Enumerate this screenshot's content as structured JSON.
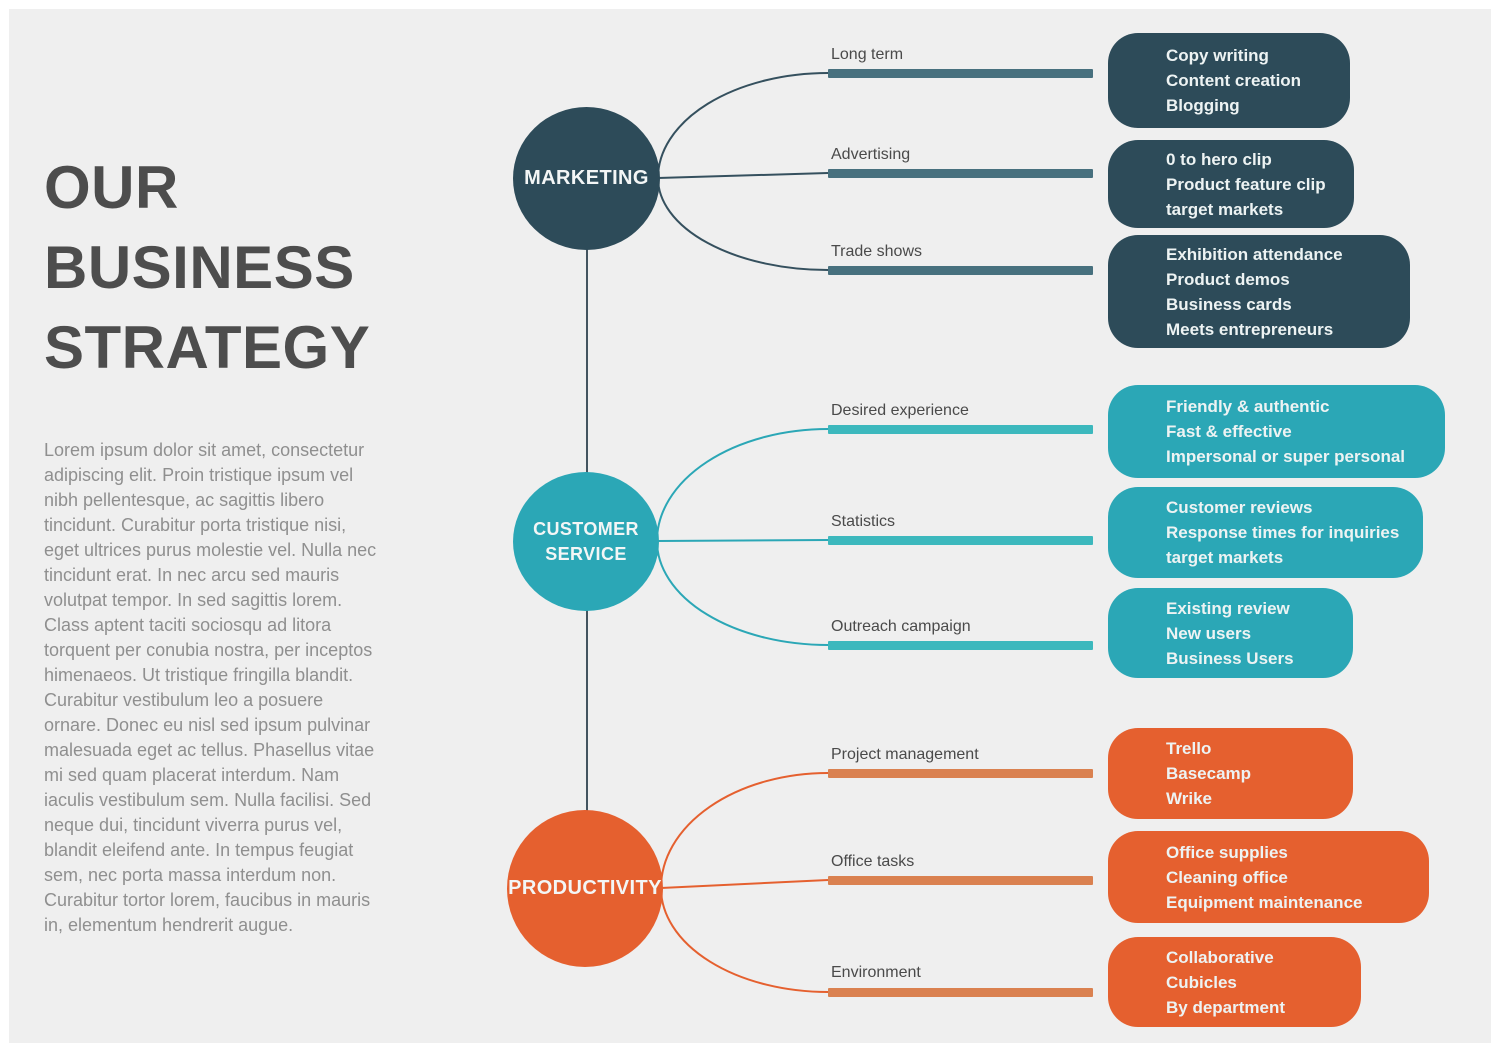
{
  "title": {
    "lines": [
      "OUR",
      "BUSINESS",
      "STRATEGY"
    ]
  },
  "intro": {
    "text": "Lorem ipsum dolor sit amet, consectetur adipiscing elit. Proin tristique ipsum vel nibh pellentesque, ac sagittis libero tincidunt. Curabitur porta tristique nisi, eget ultrices purus molestie vel. Nulla nec tincidunt erat. In nec arcu sed mauris volutpat tempor. In sed sagittis lorem. Class aptent taciti sociosqu ad litora torquent per conubia nostra, per inceptos himenaeos. Ut tristique fringilla blandit. Curabitur vestibulum leo a posuere ornare. Donec eu nisl sed ipsum pulvinar malesuada eget ac tellus. Phasellus vitae mi sed quam placerat interdum. Nam iaculis vestibulum sem. Nulla facilisi. Sed neque dui, tincidunt viverra purus vel, blandit eleifend ante. In tempus feugiat sem, nec porta massa interdum non. Curabitur tortor lorem, faucibus in mauris in, elementum hendrerit augue."
  },
  "colors": {
    "background": "#efefef",
    "frame": "#ffffff",
    "dark_slate": "#2d4b59",
    "teal": "#2ba7b6",
    "orange": "#e5602f",
    "dark_bar": "#47707e",
    "teal_bar": "#3cb8bd",
    "orange_bar": "#da8150",
    "title_text": "#4d4d4d",
    "body_text": "#8f8f8f",
    "branch_label_text": "#4a4a4a"
  },
  "sections": {
    "marketing": {
      "label": "MARKETING",
      "branches": [
        {
          "label": "Long term",
          "items": [
            "Copy writing",
            "Content creation",
            "Blogging"
          ]
        },
        {
          "label": "Advertising",
          "items": [
            "0 to hero clip",
            "Product feature clip",
            "target markets"
          ]
        },
        {
          "label": "Trade shows",
          "items": [
            "Exhibition attendance",
            "Product demos",
            "Business cards",
            "Meets entrepreneurs"
          ]
        }
      ]
    },
    "customer_service": {
      "label_lines": [
        "CUSTOMER",
        "SERVICE"
      ],
      "branches": [
        {
          "label": "Desired experience",
          "items": [
            "Friendly & authentic",
            "Fast & effective",
            "Impersonal or super personal"
          ]
        },
        {
          "label": "Statistics",
          "items": [
            "Customer reviews",
            "Response times for inquiries",
            "target markets"
          ]
        },
        {
          "label": "Outreach campaign",
          "items": [
            "Existing review",
            "New users",
            "Business Users"
          ]
        }
      ]
    },
    "productivity": {
      "label": "PRODUCTIVITY",
      "branches": [
        {
          "label": "Project management",
          "items": [
            "Trello",
            "Basecamp",
            "Wrike"
          ]
        },
        {
          "label": "Office tasks",
          "items": [
            "Office supplies",
            "Cleaning office",
            "Equipment maintenance"
          ]
        },
        {
          "label": "Environment",
          "items": [
            "Collaborative",
            "Cubicles",
            "By department"
          ]
        }
      ]
    }
  }
}
